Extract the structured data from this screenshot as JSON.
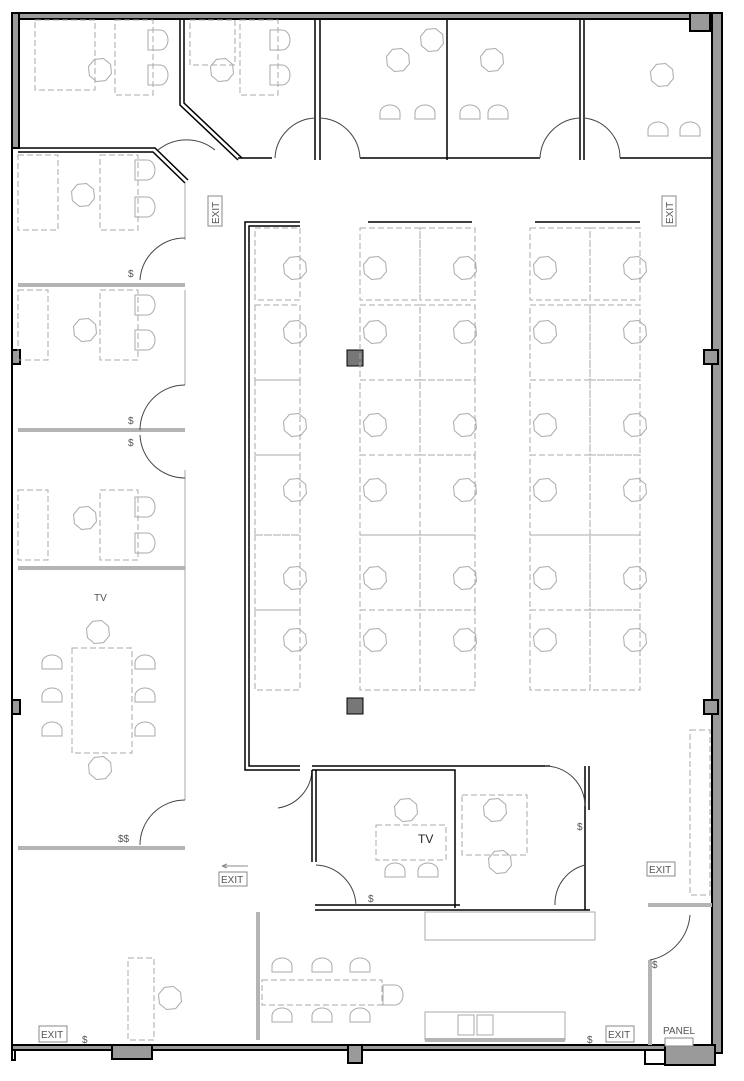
{
  "title": "Office floor plan",
  "labels": {
    "exit": "EXIT",
    "tv": "TV",
    "panel": "PANEL",
    "switch": "$",
    "double_switch": "$$"
  },
  "colors": {
    "wall": "#9a9a9a",
    "furniture": "#aaaaaa",
    "outline": "#000000"
  }
}
